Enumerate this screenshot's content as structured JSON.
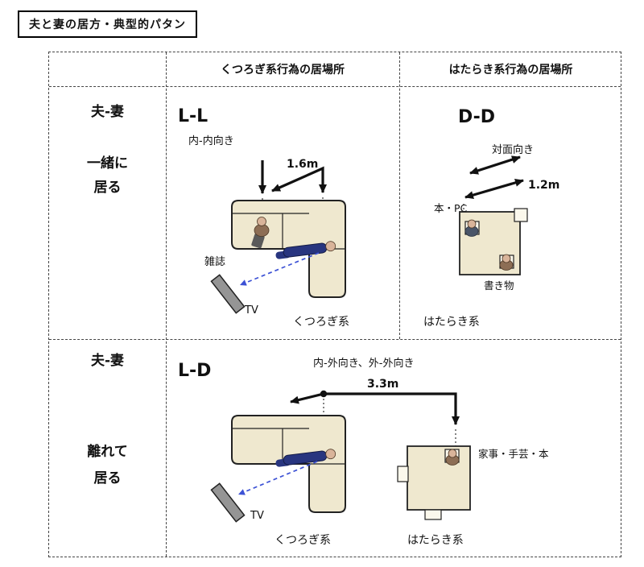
{
  "title": "夫と妻の居方・典型的パタン",
  "headers": {
    "relax": "くつろぎ系行為の居場所",
    "work": "はたらき系行為の居場所"
  },
  "rows": {
    "together": {
      "who": "夫-妻",
      "state1": "一緒に",
      "state2": "居る"
    },
    "apart": {
      "who": "夫-妻",
      "state1": "離れて",
      "state2": "居る"
    }
  },
  "ll": {
    "code": "L-L",
    "facing": "内-内向き",
    "distance": "1.6m",
    "magazine": "雑誌",
    "tv": "TV",
    "category": "くつろぎ系"
  },
  "dd": {
    "code": "D-D",
    "facing": "対面向き",
    "distance": "1.2m",
    "book_pc": "本・PC",
    "writing": "書き物",
    "category": "はたらき系"
  },
  "ld": {
    "code": "L-D",
    "facing": "内-外向き、外-外向き",
    "distance": "3.3m",
    "tv": "TV",
    "activity": "家事・手芸・本",
    "category_relax": "くつろぎ系",
    "category_work": "はたらき系"
  },
  "colors": {
    "furniture_fill": "#efe8cf",
    "outline": "#222222",
    "tv_fill": "#959595",
    "arrow_black": "#111111",
    "arrow_blue": "#3d52d5",
    "person_navy": "#28357f",
    "person_skin": "#d9b49a",
    "person_brown": "#8d6e55",
    "person_dark": "#4a5568"
  }
}
